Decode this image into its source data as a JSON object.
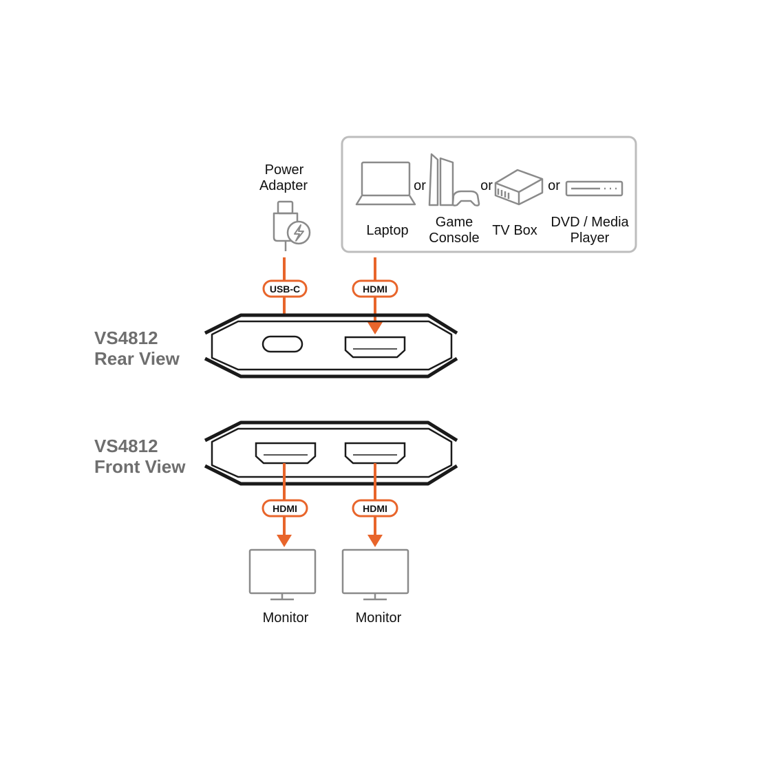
{
  "colors": {
    "accent": "#e8652b",
    "outline": "#1a1a1a",
    "icon": "#8a8a8a",
    "source_box": "#bdbdbd"
  },
  "power": {
    "label_line1": "Power",
    "label_line2": "Adapter",
    "icon": "usb-c-plug-power-icon"
  },
  "sources": {
    "laptop": {
      "label": "Laptop",
      "icon": "laptop-icon"
    },
    "console": {
      "label_line1": "Game",
      "label_line2": "Console",
      "icon": "game-console-icon"
    },
    "tvbox": {
      "label": "TV Box",
      "icon": "tv-box-icon"
    },
    "dvd": {
      "label_line1": "DVD / Media",
      "label_line2": "Player",
      "icon": "dvd-player-icon"
    },
    "or_label": "or"
  },
  "badges": {
    "usbc": "USB-C",
    "hdmi_in": "HDMI",
    "hdmi_out1": "HDMI",
    "hdmi_out2": "HDMI"
  },
  "device": {
    "rear_line1": "VS4812",
    "rear_line2": "Rear View",
    "front_line1": "VS4812",
    "front_line2": "Front View"
  },
  "outputs": {
    "monitor1": "Monitor",
    "monitor2": "Monitor"
  }
}
